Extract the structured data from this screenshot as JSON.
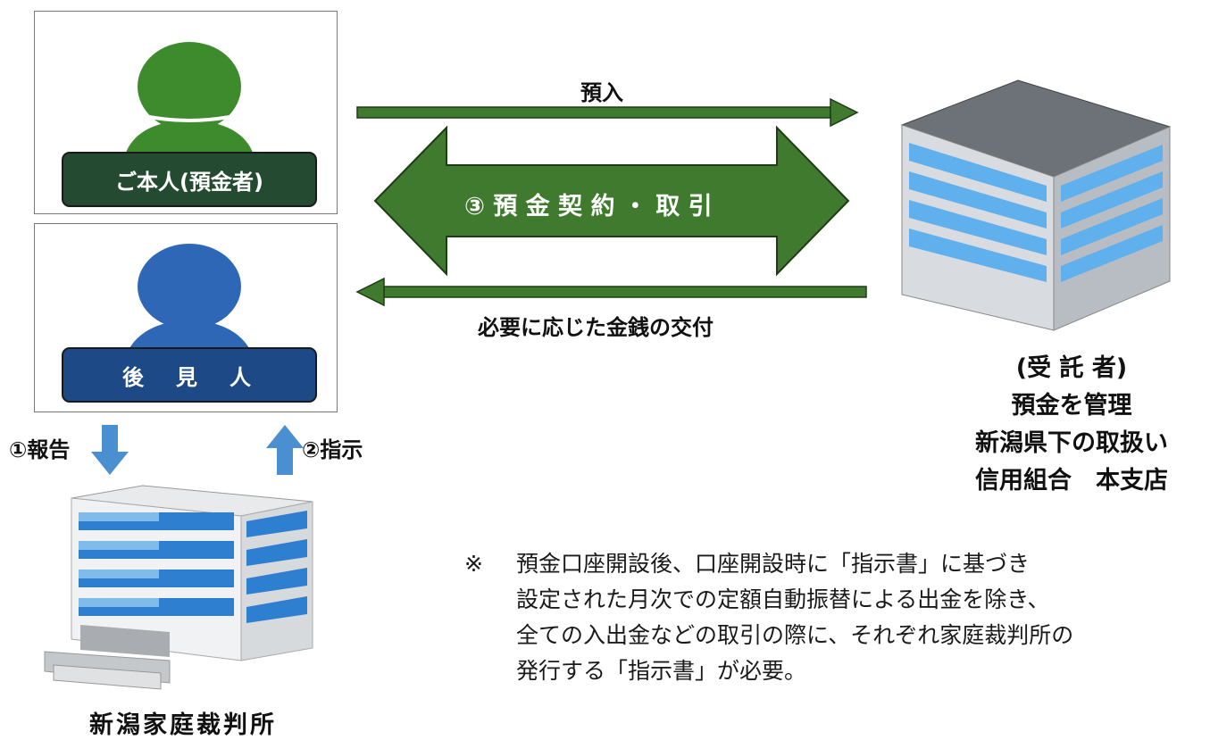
{
  "person_principal": {
    "label": "ご本人(預金者)",
    "color": "#3e8b2e",
    "box_color": "#244a31"
  },
  "person_guardian": {
    "label": "後　見　人",
    "color": "#2d67b6",
    "box_color": "#1d4a86"
  },
  "arrows": {
    "deposit": "預入",
    "contract": "③ 預 金 契 約 ・ 取 引",
    "payment": "必要に応じた金銭の交付",
    "report": "①報告",
    "instruction": "②指示",
    "green": "#3f7a2e",
    "blue": "#4a8fd0"
  },
  "trustee": {
    "line1": "(受 託 者)",
    "line2": "預金を管理",
    "line3": "新潟県下の取扱い",
    "line4": "信用組合　本支店"
  },
  "court": {
    "label": "新潟家庭裁判所"
  },
  "note": {
    "mark": "※",
    "lines": [
      "預金口座開設後、口座開設時に「指示書」に基づき",
      "設定された月次での定額自動振替による出金を除き、",
      "全ての入出金などの取引の際に、それぞれ家庭裁判所の",
      "発行する「指示書」が必要。"
    ]
  }
}
